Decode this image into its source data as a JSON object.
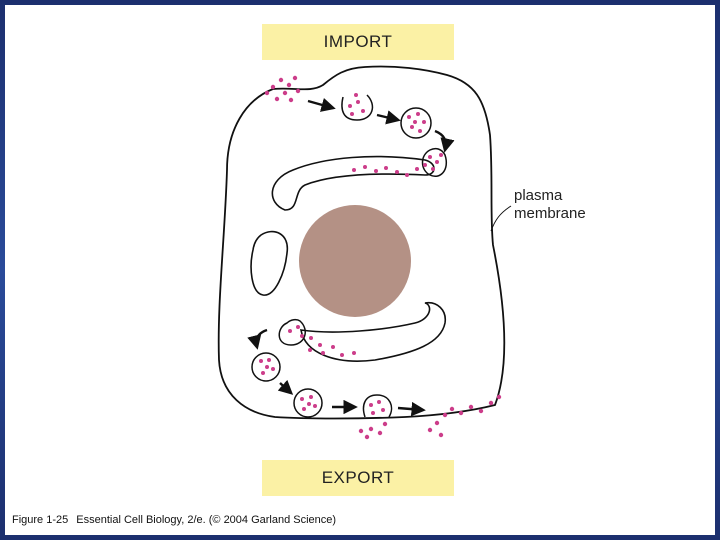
{
  "banners": {
    "import": "IMPORT",
    "export": "EXPORT"
  },
  "labels": {
    "membrane_line1": "plasma",
    "membrane_line2": "membrane"
  },
  "caption": {
    "figure": "Figure 1-25",
    "source": "Essential Cell Biology, 2/e. (© 2004 Garland Science)"
  },
  "colors": {
    "banner": "#fbf1a5",
    "nucleus": "#b49185",
    "vesicle_content": "#cc3d8a",
    "outline": "#111111"
  }
}
